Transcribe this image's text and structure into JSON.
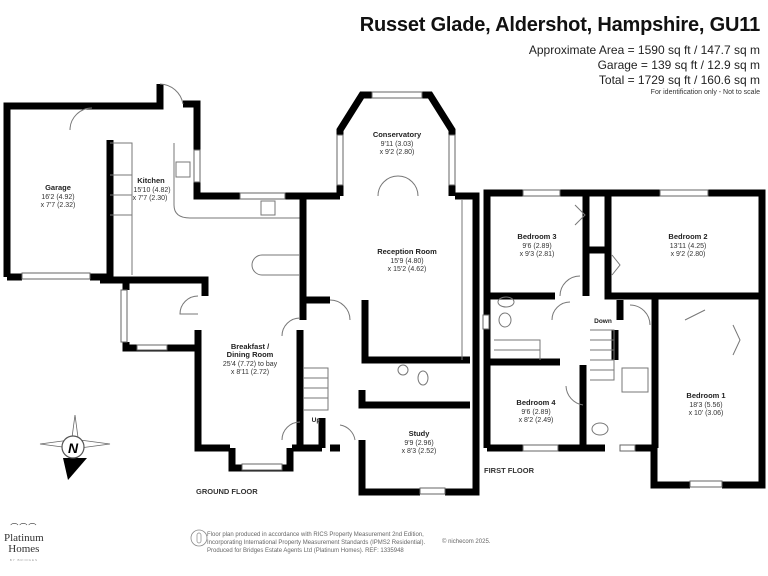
{
  "header": {
    "title": "Russet Glade, Aldershot, Hampshire, GU11",
    "approx_area": "Approximate Area = 1590 sq ft / 147.7 sq m",
    "garage_area": "Garage = 139 sq ft / 12.9 sq m",
    "total_area": "Total = 1729 sq ft / 160.6 sq m",
    "disclaimer": "For identification only - Not to scale"
  },
  "ground_floor": {
    "label": "GROUND FLOOR",
    "rooms": [
      {
        "name": "Garage",
        "dims": [
          "16'2 (4.92)",
          "x 7'7 (2.32)"
        ]
      },
      {
        "name": "Kitchen",
        "dims": [
          "15'10 (4.82)",
          "x 7'7 (2.30)"
        ]
      },
      {
        "name": "Conservatory",
        "dims": [
          "9'11 (3.03)",
          "x 9'2 (2.80)"
        ]
      },
      {
        "name": "Reception Room",
        "dims": [
          "15'9 (4.80)",
          "x 15'2 (4.62)"
        ]
      },
      {
        "name": "Breakfast /",
        "name2": "Dining Room",
        "dims": [
          "25'4 (7.72) to bay",
          "x 8'11 (2.72)"
        ]
      },
      {
        "name": "Study",
        "dims": [
          "9'9 (2.96)",
          "x 8'3 (2.52)"
        ]
      }
    ],
    "stairs_label": "Up"
  },
  "first_floor": {
    "label": "FIRST FLOOR",
    "rooms": [
      {
        "name": "Bedroom 3",
        "dims": [
          "9'6 (2.89)",
          "x 9'3 (2.81)"
        ]
      },
      {
        "name": "Bedroom 2",
        "dims": [
          "13'11 (4.25)",
          "x 9'2 (2.80)"
        ]
      },
      {
        "name": "Bedroom 4",
        "dims": [
          "9'6 (2.89)",
          "x 8'2 (2.49)"
        ]
      },
      {
        "name": "Bedroom 1",
        "dims": [
          "18'3 (5.56)",
          "x 10' (3.06)"
        ]
      }
    ],
    "stairs_label": "Down"
  },
  "compass": {
    "label": "N"
  },
  "logo": {
    "line1": "Platinum",
    "line2": "Homes",
    "sub": "BY BRIDGES"
  },
  "footer": {
    "line1": "Floor plan produced in accordance with RICS Property Measurement 2nd Edition,",
    "line2": "Incorporating International Property Measurement Standards (IPMS2 Residential).",
    "line3": "Produced for Bridges Estate Agents Ltd (Platinum Homes).   REF: 1335948",
    "copyright": "© nichecom 2025."
  }
}
